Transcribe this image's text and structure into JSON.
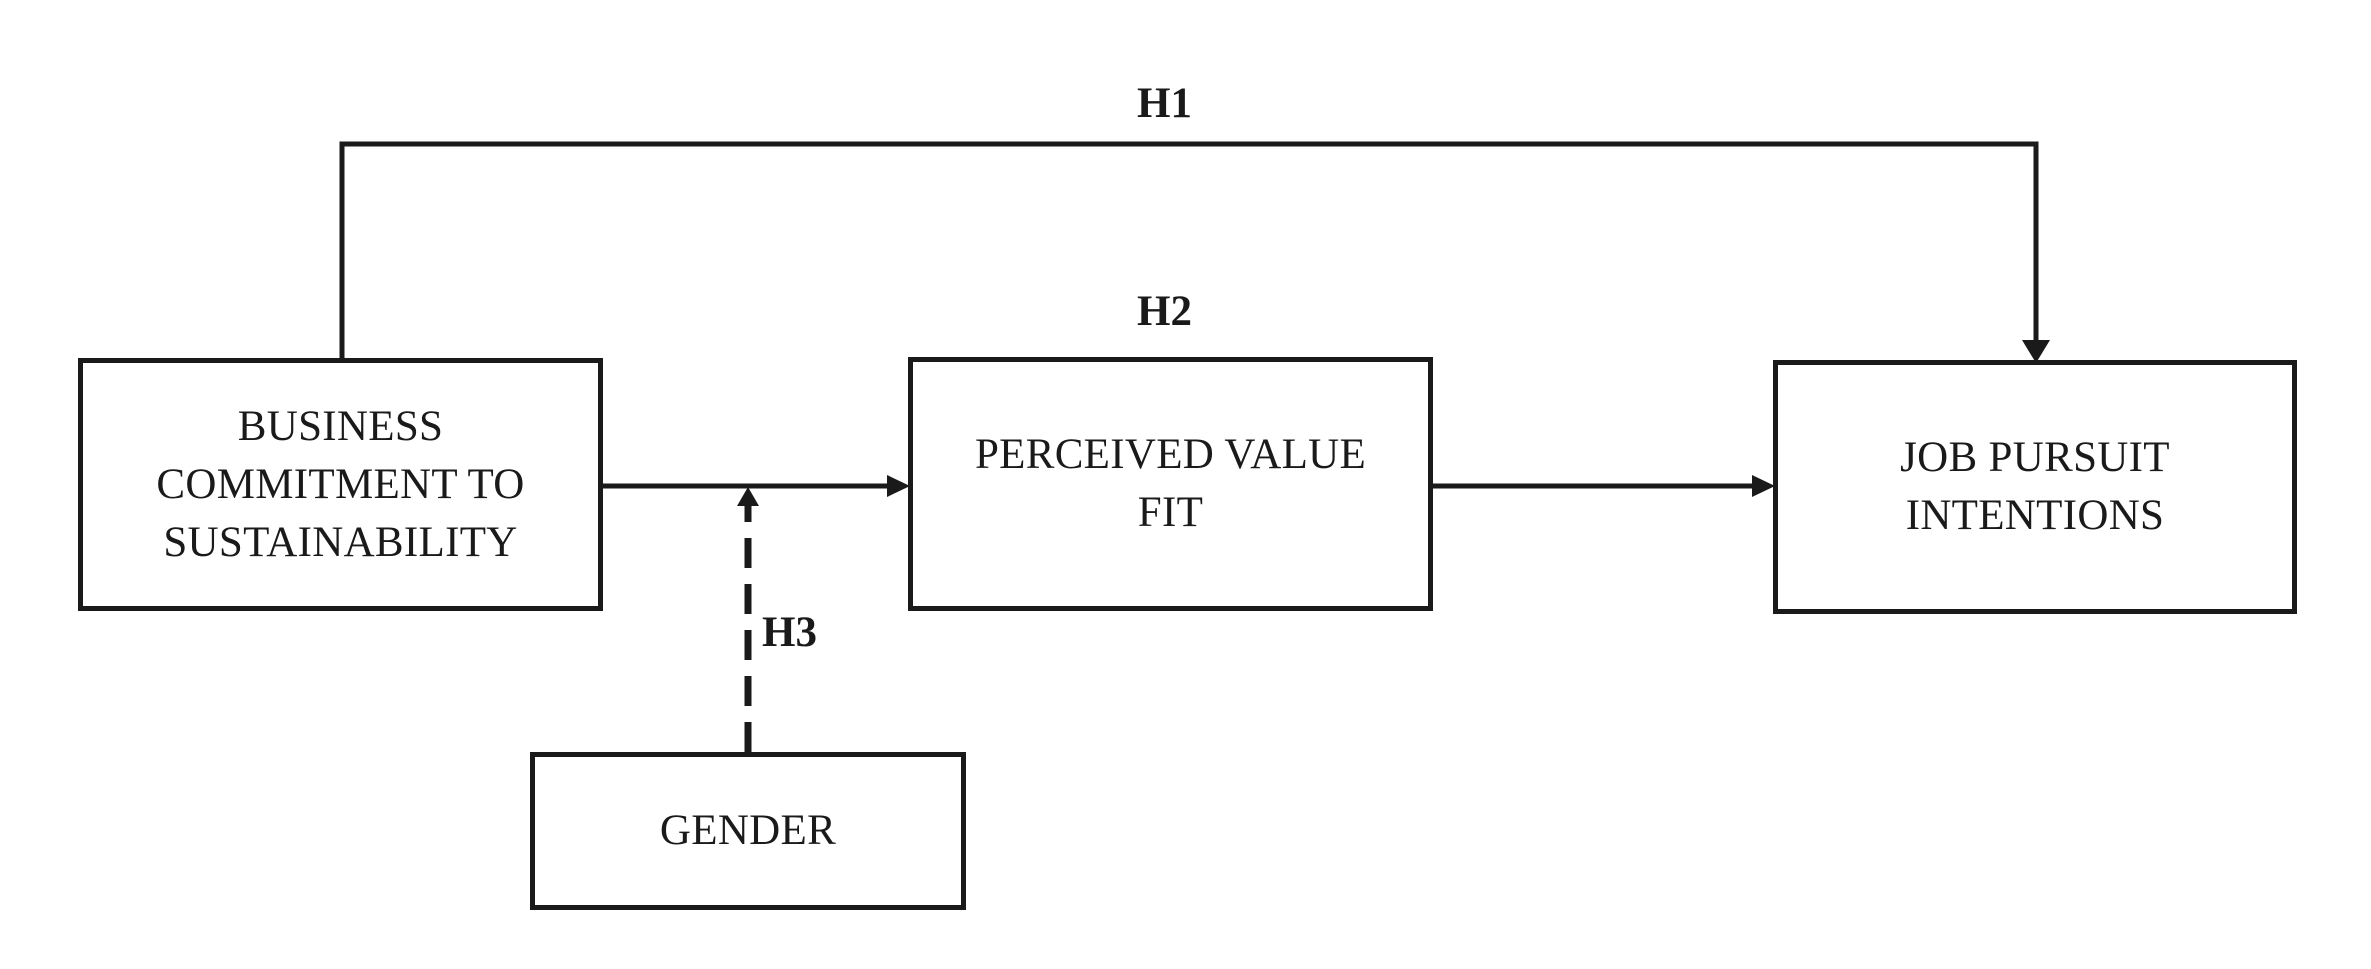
{
  "nodes": {
    "business_commitment": {
      "lines": [
        "BUSINESS",
        "COMMITMENT TO",
        "SUSTAINABILITY"
      ]
    },
    "perceived_value_fit": {
      "lines": [
        "PERCEIVED VALUE",
        "FIT"
      ]
    },
    "job_pursuit_intentions": {
      "lines": [
        "JOB PURSUIT",
        "INTENTIONS"
      ]
    },
    "gender": {
      "lines": [
        "GENDER"
      ]
    }
  },
  "hypotheses": {
    "h1": "H1",
    "h2": "H2",
    "h3": "H3"
  },
  "colors": {
    "stroke": "#1a1a1a",
    "background": "#ffffff"
  }
}
